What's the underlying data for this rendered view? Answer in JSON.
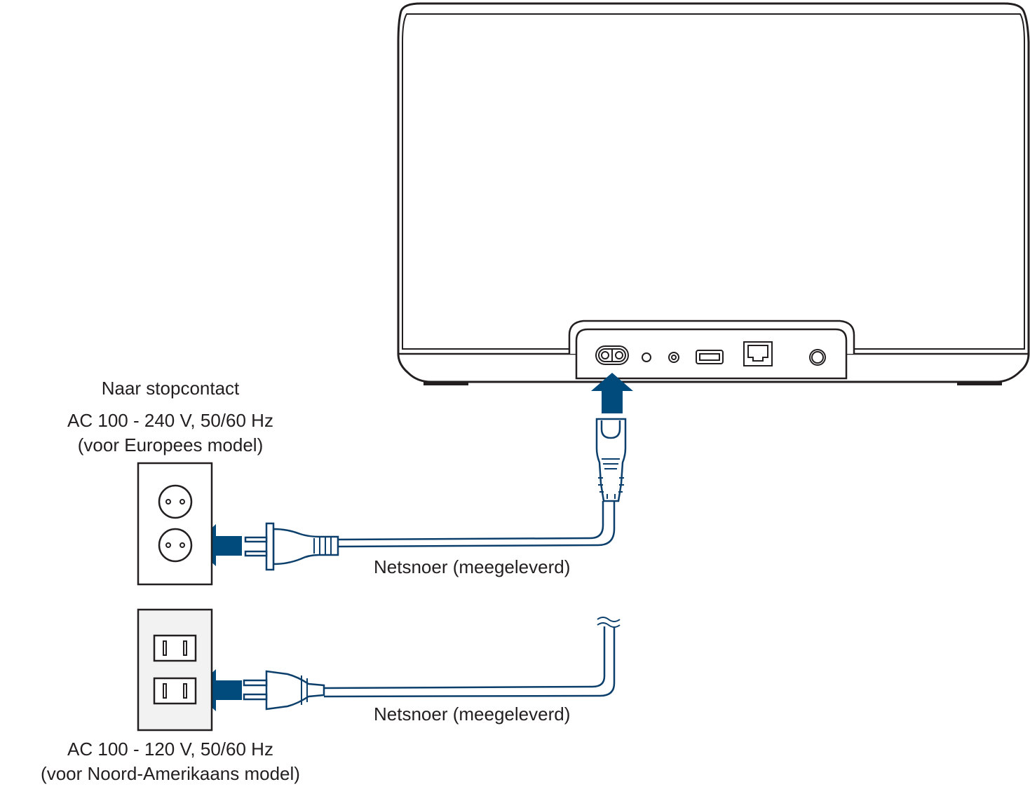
{
  "labels": {
    "to_outlet": "Naar stopcontact",
    "eu_voltage": "AC 100 - 240 V, 50/60 Hz",
    "eu_model": "(voor Europees model)",
    "na_voltage": "AC 100 - 120 V, 50/60 Hz",
    "na_model": "(voor Noord-Amerikaans model)",
    "cord_eu": "Netsnoer (meegeleverd)",
    "cord_na": "Netsnoer (meegeleverd)"
  },
  "colors": {
    "outline": "#231f20",
    "cord": "#0c3f6b",
    "arrow": "#004a7c",
    "outlet_na_fill": "#f2f2f2",
    "background": "#ffffff"
  },
  "icons": {
    "power_inlet": "figure-8-ac-inlet-icon",
    "network_port": "ethernet-port-icon",
    "usb_port": "usb-port-icon",
    "eu_socket": "europlug-socket-icon",
    "na_socket": "nema-socket-icon"
  }
}
